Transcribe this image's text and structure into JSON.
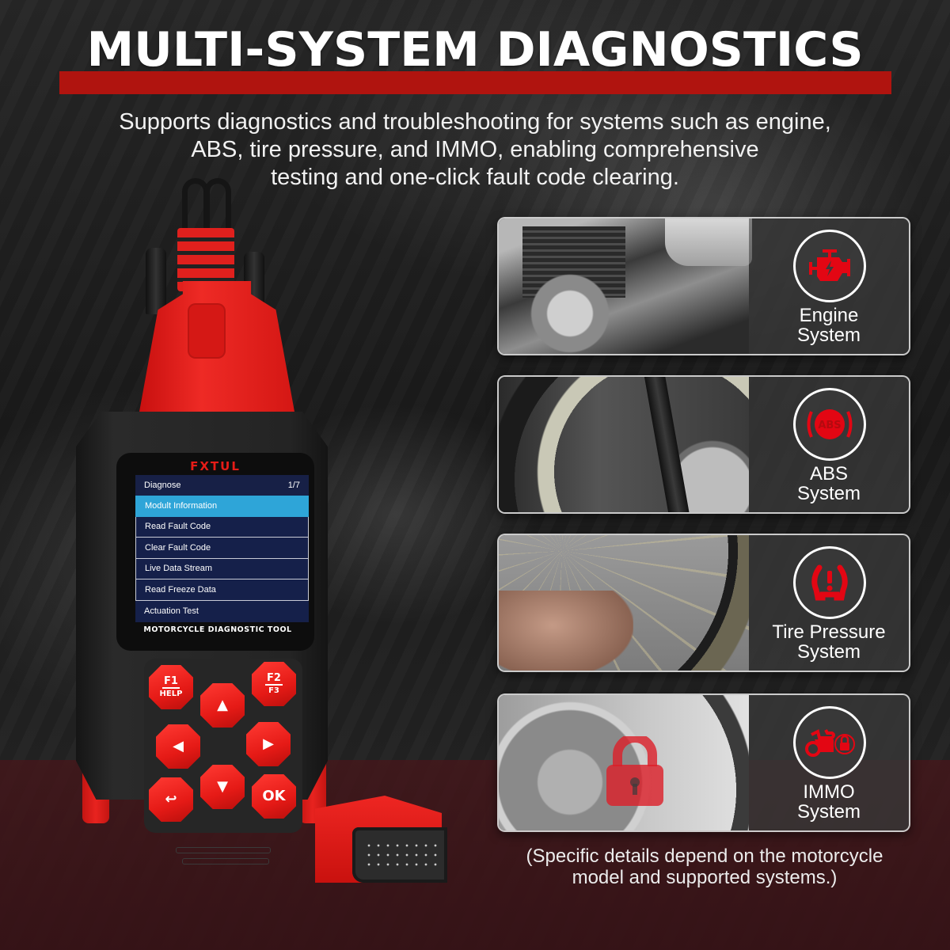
{
  "header": {
    "title": "MULTI-SYSTEM DIAGNOSTICS",
    "subtitle_lines": [
      "Supports diagnostics and troubleshooting for systems such as engine,",
      "ABS, tire pressure, and IMMO, enabling comprehensive",
      "testing and one-click fault code clearing."
    ]
  },
  "device": {
    "brand": "FXTUL",
    "model_label": "MOTORCYCLE DIAGNOSTIC TOOL",
    "screen": {
      "title": "Diagnose",
      "page_indicator": "1/7",
      "menu_items": [
        "Modult Information",
        "Read Fault Code",
        "Clear Fault Code",
        "Live Data Stream",
        "Read Freeze Data",
        "Actuation Test"
      ],
      "selected_index": 0
    },
    "keys": {
      "f1_top": "F1",
      "f1_bottom": "HELP",
      "f2_top": "F2",
      "f2_bottom": "F3",
      "up": "▲",
      "down": "▼",
      "left": "◀",
      "right": "▶",
      "back": "↩",
      "ok": "OK"
    }
  },
  "features": [
    {
      "label_line1": "Engine",
      "label_line2": "System",
      "icon": "engine-warning-icon"
    },
    {
      "label_line1": "ABS",
      "label_line2": "System",
      "icon": "abs-warning-icon",
      "icon_text": "ABS"
    },
    {
      "label_line1": "Tire Pressure",
      "label_line2": "System",
      "icon": "tire-pressure-warning-icon"
    },
    {
      "label_line1": "IMMO",
      "label_line2": "System",
      "icon": "motorcycle-lock-icon"
    }
  ],
  "footnote_lines": [
    "(Specific details depend on the motorcycle",
    "model and supported systems.)"
  ],
  "colors": {
    "accent_red": "#b0140f",
    "icon_red": "#e30613",
    "screen_bg": "#172046",
    "screen_highlight": "#2ea5d8"
  }
}
